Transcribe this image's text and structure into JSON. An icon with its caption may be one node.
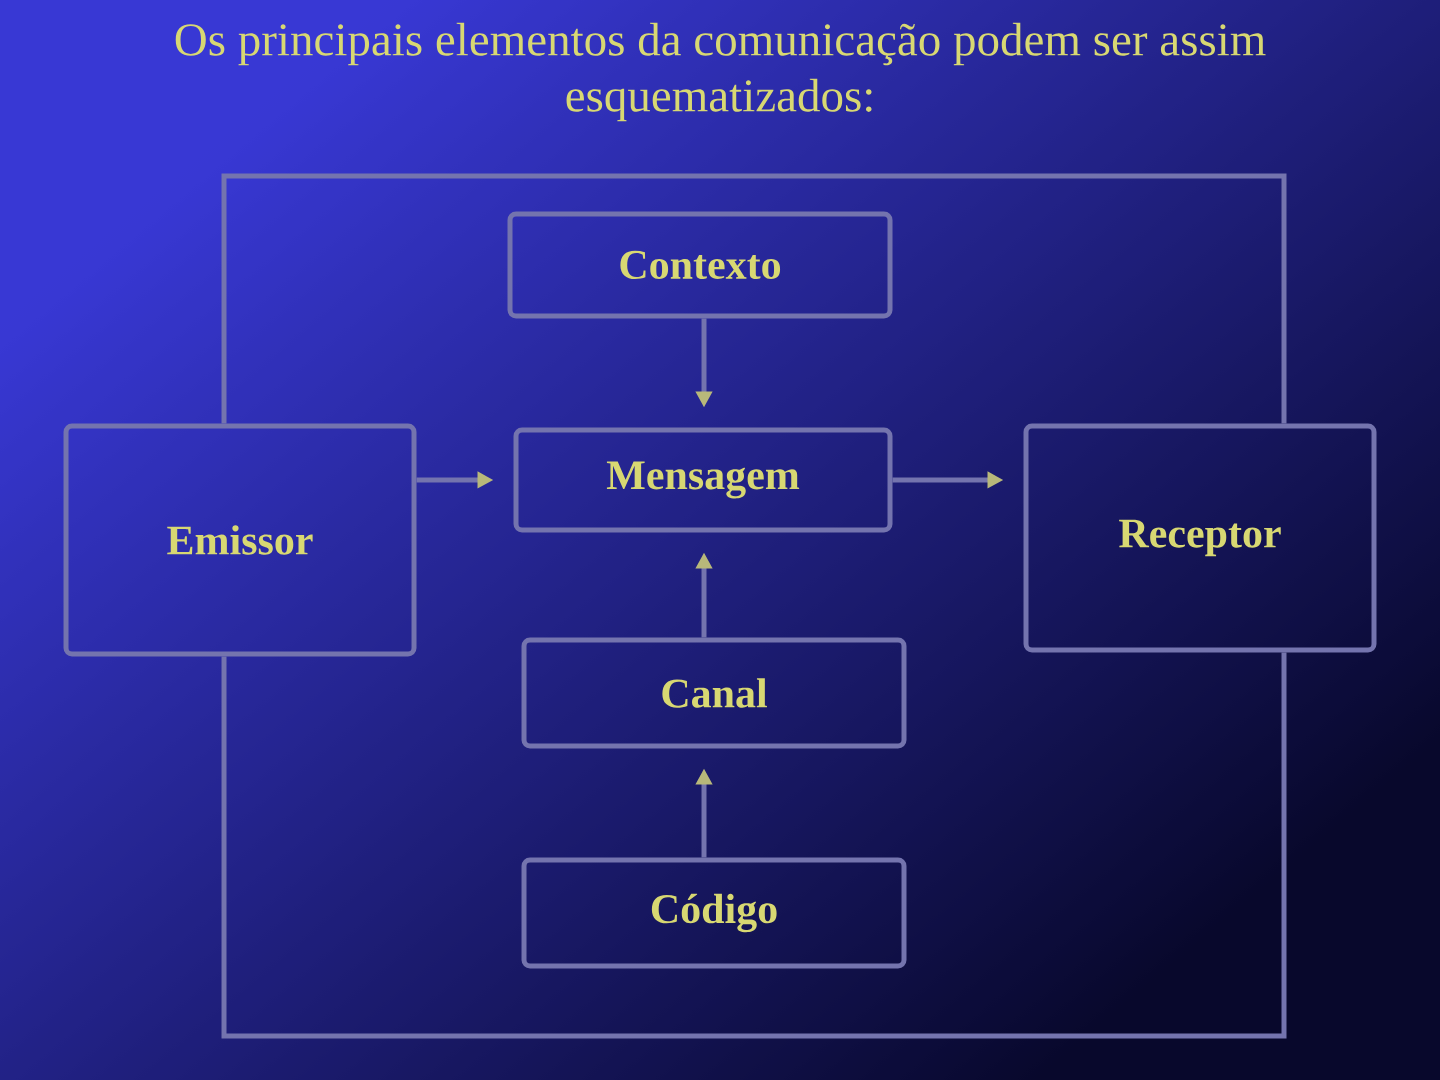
{
  "diagram": {
    "title": "Os principais elementos da comunicação podem ser assim esquematizados:",
    "nodes": [
      {
        "text": [
          "Contexto"
        ]
      },
      {
        "text": [
          "Emissor"
        ]
      },
      {
        "text": [
          "Mensagem"
        ]
      },
      {
        "text": [
          "Receptor"
        ]
      },
      {
        "text": [
          "Canal"
        ]
      },
      {
        "text": [
          "Código"
        ]
      }
    ],
    "edges": [
      {
        "from": 1,
        "to": 3,
        "arrow": "none"
      },
      {
        "from": 0,
        "to": 2,
        "arrow": "to"
      },
      {
        "from": 1,
        "to": 2,
        "arrow": "to"
      },
      {
        "from": 2,
        "to": 3,
        "arrow": "to"
      },
      {
        "from": 4,
        "to": 2,
        "arrow": "to"
      },
      {
        "from": 5,
        "to": 4,
        "arrow": "to"
      },
      {
        "from": 1,
        "to": 3,
        "arrow": "none"
      }
    ]
  }
}
